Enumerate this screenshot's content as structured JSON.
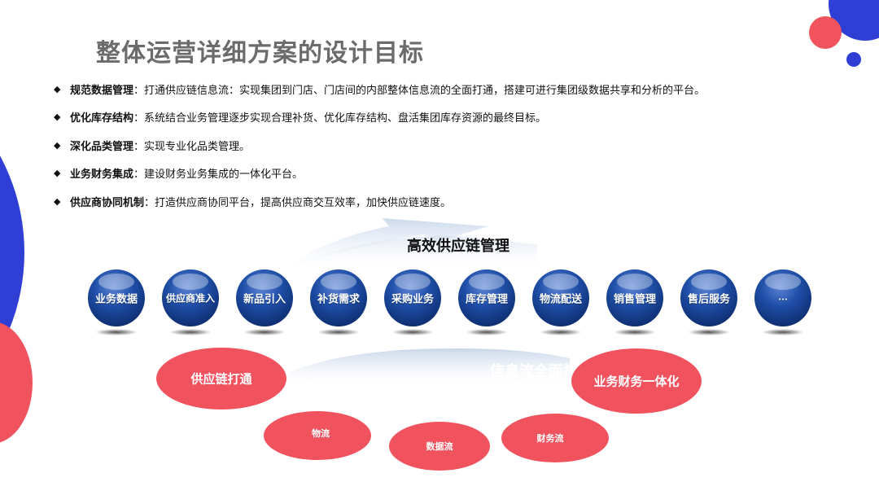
{
  "title": "整体运营详细方案的设计目标",
  "bullets": [
    {
      "label": "规范数据管理",
      "text": "：打通供应链信息流：实现集团到门店、门店间的内部整体信息流的全面打通，搭建可进行集团级数据共享和分析的平台。"
    },
    {
      "label": "优化库存结构",
      "text": "：系统结合业务管理逐步实现合理补货、优化库存结构、盘活集团库存资源的最终目标。"
    },
    {
      "label": "深化品类管理",
      "text": "：实现专业化品类管理。"
    },
    {
      "label": "业务财务集成",
      "text": "：建设财务业务集成的一体化平台。"
    },
    {
      "label": "供应商协同机制",
      "text": "：打造供应商协同平台，提高供应商交互效率，加快供应链速度。"
    }
  ],
  "diagram": {
    "top_label": "高效供应链管理",
    "mid_label": "信息流全面打通",
    "nodes": [
      "业务数据",
      "供应商准入",
      "新品引入",
      "补货需求",
      "采购业务",
      "库存管理",
      "物流配送",
      "销售管理",
      "售后服务",
      "..."
    ],
    "ellipses": {
      "left": "供应链打通",
      "right": "业务财务一体化",
      "bottom1": "物流",
      "bottom2": "数据流",
      "bottom3": "财务流"
    }
  },
  "colors": {
    "accent_blue": "#2f3fd6",
    "accent_red": "#f0525e",
    "node_blue": "#1c4fa8"
  }
}
